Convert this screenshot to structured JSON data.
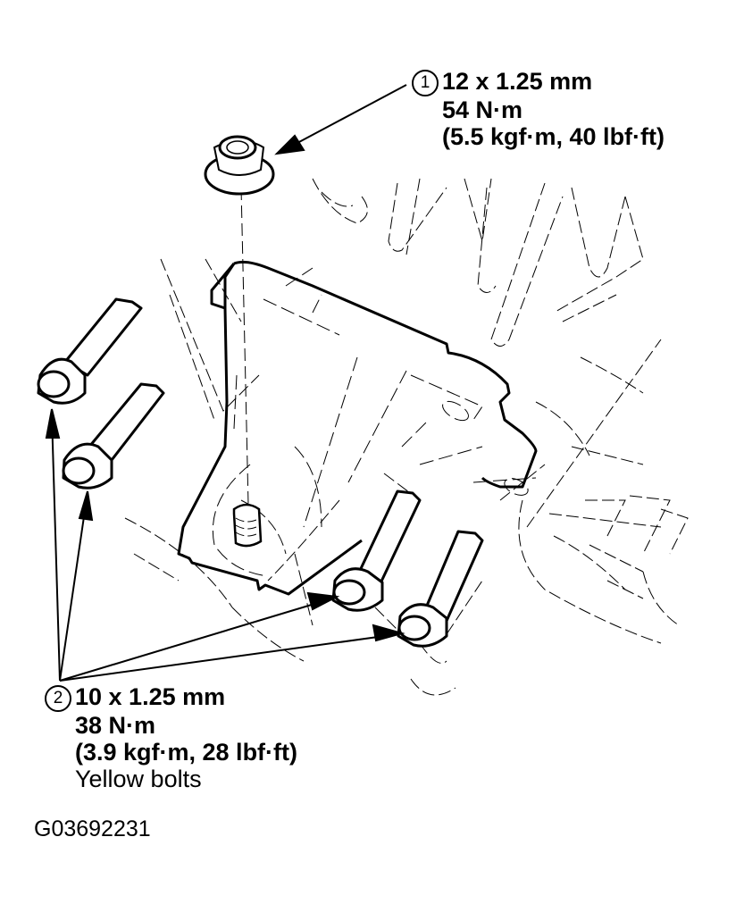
{
  "callouts": [
    {
      "number": "1",
      "size": "12 x 1.25 mm",
      "torque_nm": "54 N·m",
      "torque_alt": "(5.5 kgf·m, 40 lbf·ft)"
    },
    {
      "number": "2",
      "size": "10 x 1.25 mm",
      "torque_nm": "38 N·m",
      "torque_alt": "(3.9 kgf·m, 28 lbf·ft)",
      "note": "Yellow bolts"
    }
  ],
  "figure_id": "G03692231",
  "colors": {
    "line": "#000000",
    "background": "#ffffff"
  }
}
